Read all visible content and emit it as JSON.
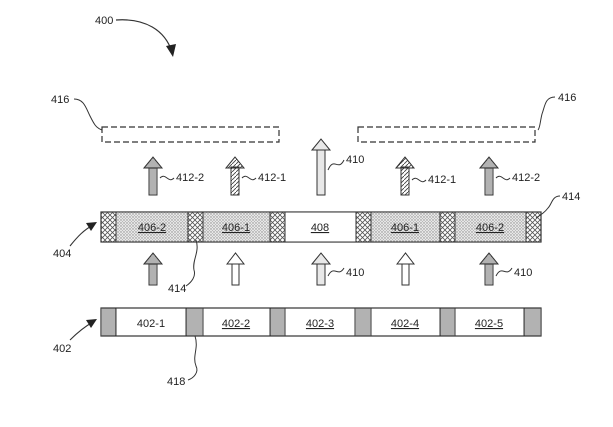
{
  "labels": {
    "fig": "400",
    "top_left": "416",
    "top_right": "416",
    "mid_row": "404",
    "bottom_row": "402",
    "mid_right": "414",
    "mid_left_under": "414",
    "bottom_under": "418"
  },
  "arrow_labels": {
    "a1": "412-2",
    "a2": "412-1",
    "a3": "410",
    "a4": "412-1",
    "a5": "412-2",
    "b1": "410",
    "b2": "410"
  },
  "middle_row": [
    "406-2",
    "406-1",
    "408",
    "406-1",
    "406-2"
  ],
  "bottom_row": [
    "402-1",
    "402-2",
    "402-3",
    "402-4",
    "402-5"
  ],
  "colors": {
    "stroke": "#333333",
    "hatch": "#555555",
    "stipple": "#bdbdbd"
  }
}
